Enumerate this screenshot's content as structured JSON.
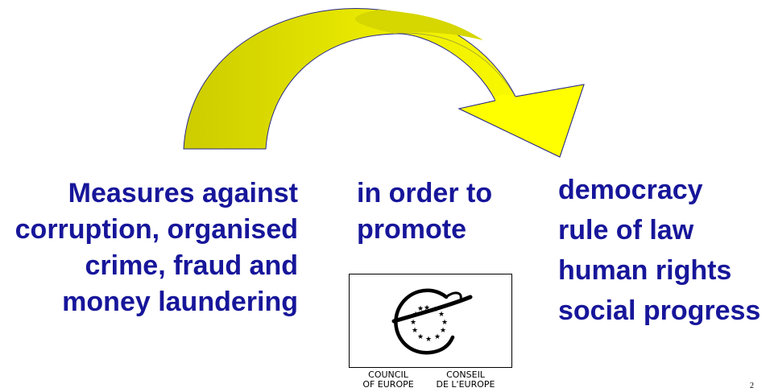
{
  "colors": {
    "text": "#17169a",
    "arrow_olive": "#cccc00",
    "arrow_yellow": "#ffff00",
    "arrow_stroke": "#2a2a8a"
  },
  "left_text": {
    "lines": [
      "Measures against",
      "corruption, organised",
      "crime, fraud and",
      "money laundering"
    ]
  },
  "middle_text": {
    "lines": [
      "in order to",
      "promote"
    ]
  },
  "right_text": {
    "lines": [
      "democracy",
      "rule of law",
      "human rights",
      "social progress"
    ]
  },
  "logo": {
    "icon": "council-of-europe-emblem",
    "caption_en": [
      "COUNCIL",
      "OF EUROPE"
    ],
    "caption_fr": [
      "CONSEIL",
      "DE L'EUROPE"
    ]
  },
  "page_number": "2"
}
